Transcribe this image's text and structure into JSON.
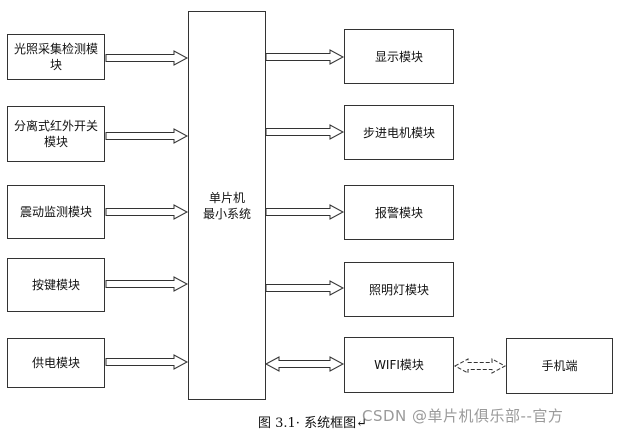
{
  "inputs": [
    {
      "label": "光照采集检测模\n块"
    },
    {
      "label": "分离式红外开关\n模块"
    },
    {
      "label": "震动监测模块"
    },
    {
      "label": "按键模块"
    },
    {
      "label": "供电模块"
    }
  ],
  "mcu": {
    "label": "单片机\n最小系统"
  },
  "outputs": [
    {
      "label": "显示模块"
    },
    {
      "label": "步进电机模块"
    },
    {
      "label": "报警模块"
    },
    {
      "label": "照明灯模块"
    },
    {
      "label": "WIFI模块"
    }
  ],
  "phone": {
    "label": "手机端"
  },
  "caption": "图 3.1· 系统框图↵",
  "watermark": "CSDN @单片机俱乐部--官方",
  "colors": {
    "line": "#333333",
    "watermark": "#8a8a8a"
  }
}
